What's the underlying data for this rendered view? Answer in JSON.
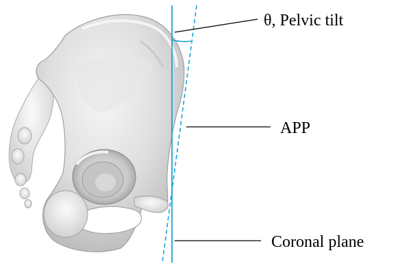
{
  "labels": {
    "pelvic_tilt": "θ, Pelvic tilt",
    "app": "APP",
    "coronal_plane": "Coronal plane"
  },
  "colors": {
    "plane_lines": "#1ba3d6",
    "leader_lines": "#000000",
    "bone_fill": "#d9d9d9",
    "bone_shadow": "#b5b5b5",
    "bone_highlight": "#f4f4f4"
  },
  "icons": {
    "bone": "pelvis-bone-illustration"
  }
}
